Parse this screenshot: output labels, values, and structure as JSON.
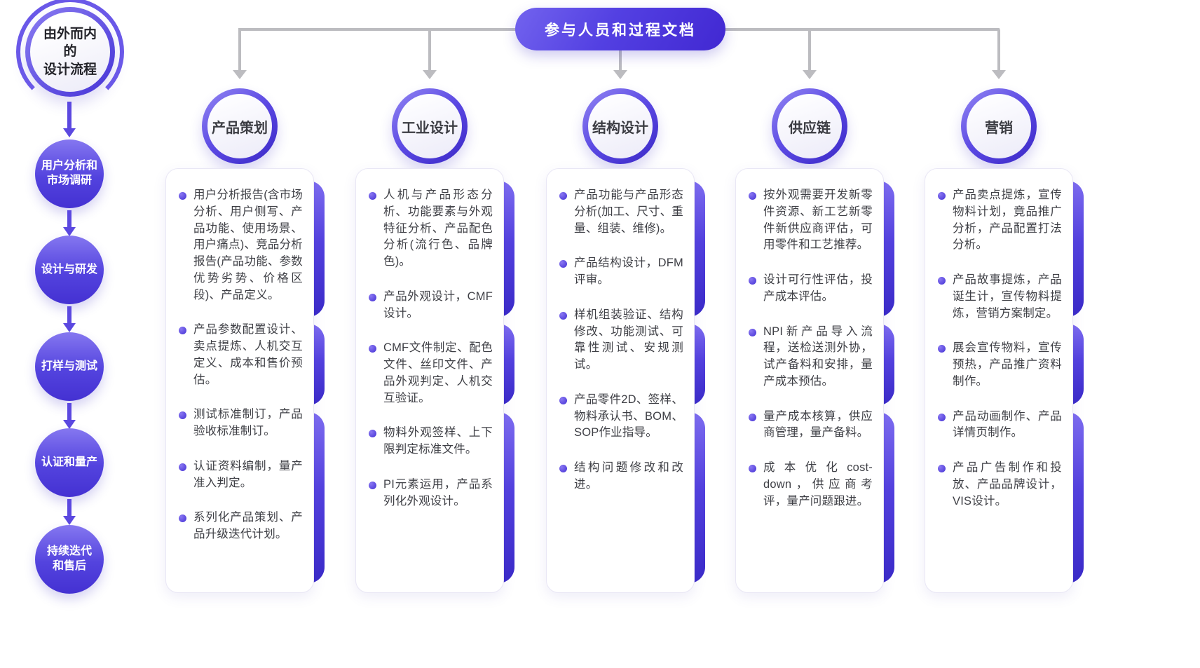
{
  "palette": {
    "primary": "#5341de",
    "primary_light": "#8577f0",
    "primary_dark": "#3a28c6",
    "connector_gray": "#bcbcc0",
    "text_dark": "#3e3f45",
    "card_bg": "#ffffff"
  },
  "left_flow": {
    "title": "由外而内\n的\n设计流程",
    "steps": [
      "用户分析和\n市场调研",
      "设计与研发",
      "打样与测试",
      "认证和量产",
      "持续迭代\n和售后"
    ]
  },
  "header": {
    "label": "参与人员和过程文档"
  },
  "columns": [
    {
      "title": "产品策划",
      "items": [
        "用户分析报告(含市场分析、用户侧写、产品功能、使用场景、用户痛点)、竞品分析报告(产品功能、参数优势劣势、价格区段)、产品定义。",
        "产品参数配置设计、卖点提炼、人机交互定义、成本和售价预估。",
        "测试标准制订，产品验收标准制订。",
        "认证资料编制，量产准入判定。",
        "系列化产品策划、产品升级迭代计划。"
      ]
    },
    {
      "title": "工业设计",
      "items": [
        "人机与产品形态分析、功能要素与外观特征分析、产品配色分析(流行色、品牌色)。",
        "产品外观设计，CMF设计。",
        "CMF文件制定、配色文件、丝印文件、产品外观判定、人机交互验证。",
        "物料外观签样、上下限判定标准文件。",
        "PI元素运用，产品系列化外观设计。"
      ]
    },
    {
      "title": "结构设计",
      "items": [
        "产品功能与产品形态分析(加工、尺寸、重量、组装、维修)。",
        "产品结构设计，DFM评审。",
        "样机组装验证、结构修改、功能测试、可靠性测试、安规测试。",
        "产品零件2D、签样、物料承认书、BOM、SOP作业指导。",
        "结构问题修改和改进。"
      ]
    },
    {
      "title": "供应链",
      "items": [
        "按外观需要开发新零件资源、新工艺新零件新供应商评估，可用零件和工艺推荐。",
        "设计可行性评估，投产成本评估。",
        "NPI新产品导入流程，送检送测外协，试产备料和安排，量产成本预估。",
        "量产成本核算，供应商管理，量产备料。",
        "成本优化cost-down，供应商考评，量产问题跟进。"
      ]
    },
    {
      "title": "营销",
      "items": [
        "产品卖点提炼，宣传物料计划，竟品推广分析，产品配置打法分析。",
        "产品故事提炼，产品诞生计，宣传物料提炼，营销方案制定。",
        "展会宣传物料，宣传预热，产品推广资料制作。",
        "产品动画制作、产品详情页制作。",
        "产品广告制作和投放、产品品牌设计，VIS设计。"
      ]
    }
  ]
}
